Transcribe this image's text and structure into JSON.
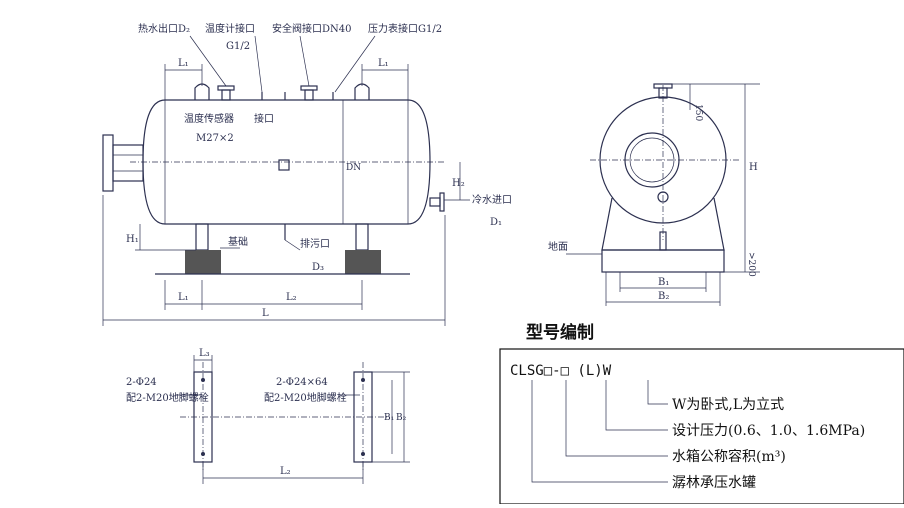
{
  "side_view": {
    "labels": {
      "hot_water_outlet": "热水出口D₂",
      "thermometer_port": "温度计接口",
      "thermometer_size": "G1/2",
      "safety_valve_port": "安全阀接口DN40",
      "pressure_gauge_port": "压力表接口G1/2",
      "temp_sensor_port": "温度传感器",
      "port_word": "接口",
      "temp_sensor_size": "M27×2",
      "base": "基础",
      "drain": "排污口",
      "drain_size": "D₃",
      "cold_water_inlet": "冷水进口",
      "cold_water_size": "D₁",
      "dn": "DN",
      "h1": "H₁",
      "h2": "H₂",
      "l1_left": "L₁",
      "l1_right": "L₁",
      "l1_bottom": "L₁",
      "l2": "L₂",
      "l_total": "L"
    }
  },
  "end_view": {
    "labels": {
      "ground": "地面",
      "dim_150": "150",
      "dim_h": "H",
      "dim_200": ">200",
      "b1": "B₁",
      "b2": "B₂"
    }
  },
  "foundation_plan": {
    "labels": {
      "left_hole": "2-Φ24",
      "left_bolt": "配2-M20地脚螺栓",
      "right_hole": "2-Φ24×64",
      "right_bolt": "配2-M20地脚螺栓",
      "l3": "L₃",
      "l2": "L₂",
      "b1": "B₁",
      "b2": "B₂"
    }
  },
  "model_code": {
    "title": "型号编制",
    "code": "CLSG□-□ (L)W",
    "items": [
      "W为卧式,L为立式",
      "设计压力(0.6、1.0、1.6MPa)",
      "水箱公称容积(m³)",
      "潺林承压水罐"
    ]
  }
}
